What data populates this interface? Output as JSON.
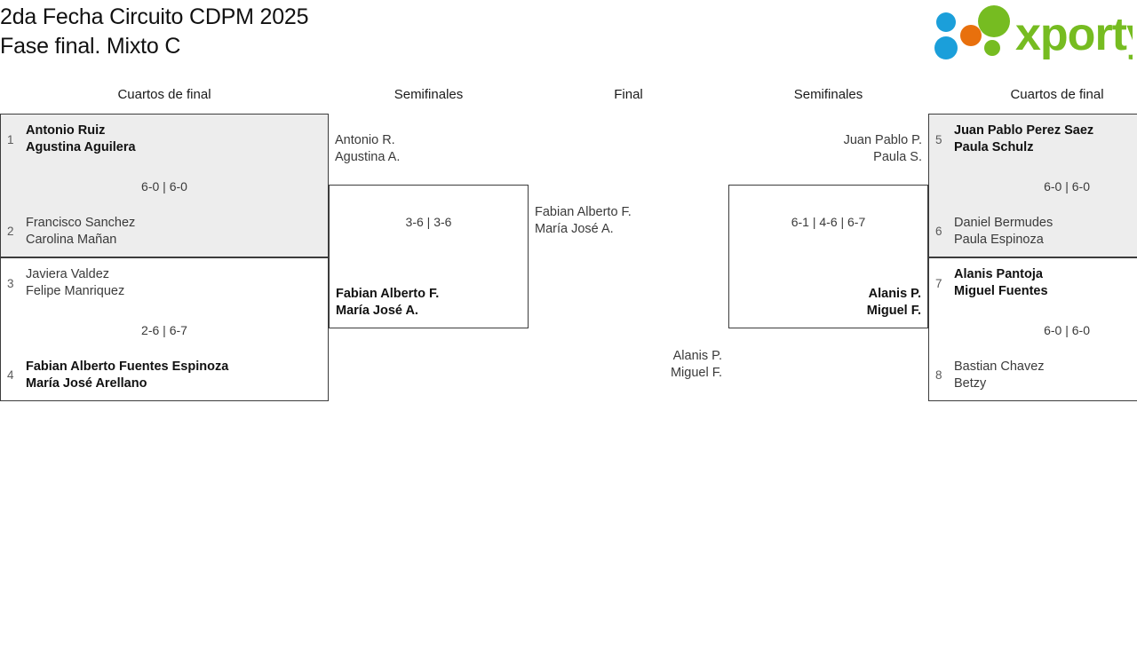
{
  "header": {
    "title_line1": "2da Fecha Circuito CDPM 2025",
    "title_line2": "Fase final. Mixto C",
    "logo": {
      "wordmark": "xporty",
      "dot_colors": [
        "#1b9fda",
        "#e8700d",
        "#76bc21"
      ]
    }
  },
  "columns": [
    {
      "label": "Cuartos de final"
    },
    {
      "label": "Semifinales"
    },
    {
      "label": "Final"
    },
    {
      "label": "Semifinales"
    },
    {
      "label": "Cuartos de final"
    }
  ],
  "left_quarterfinals": [
    {
      "score": "6-0 | 6-0",
      "top": {
        "seed": "1",
        "p1": "Antonio Ruiz",
        "p2": "Agustina Aguilera",
        "winner": true
      },
      "bottom": {
        "seed": "2",
        "p1": "Francisco Sanchez",
        "p2": "Carolina Mañan",
        "winner": false
      }
    },
    {
      "score": "2-6 | 6-7",
      "top": {
        "seed": "3",
        "p1": "Javiera Valdez",
        "p2": "Felipe Manriquez",
        "winner": false
      },
      "bottom": {
        "seed": "4",
        "p1": "Fabian Alberto Fuentes Espinoza",
        "p2": "María José Arellano",
        "winner": true
      }
    }
  ],
  "right_quarterfinals": [
    {
      "score": "6-0 | 6-0",
      "top": {
        "seed": "5",
        "p1": "Juan Pablo Perez Saez",
        "p2": "Paula Schulz",
        "winner": true
      },
      "bottom": {
        "seed": "6",
        "p1": "Daniel Bermudes",
        "p2": "Paula Espinoza",
        "winner": false
      }
    },
    {
      "score": "6-0 | 6-0",
      "top": {
        "seed": "7",
        "p1": "Alanis Pantoja",
        "p2": "Miguel Fuentes",
        "winner": true
      },
      "bottom": {
        "seed": "8",
        "p1": "Bastian Chavez",
        "p2": "Betzy",
        "winner": false
      }
    }
  ],
  "left_semifinal": {
    "score": "3-6 | 3-6",
    "top": {
      "p1": "Antonio R.",
      "p2": "Agustina A.",
      "winner": false
    },
    "bottom": {
      "p1": "Fabian Alberto F.",
      "p2": "María José A.",
      "winner": true
    }
  },
  "right_semifinal": {
    "score": "6-1 | 4-6 | 6-7",
    "top": {
      "p1": "Juan Pablo P.",
      "p2": "Paula S.",
      "winner": false
    },
    "bottom": {
      "p1": "Alanis P.",
      "p2": "Miguel F.",
      "winner": true
    }
  },
  "final": {
    "left_finalist": {
      "p1": "Fabian Alberto F.",
      "p2": "María José A.",
      "winner": false
    },
    "right_finalist": {
      "p1": "Alanis P.",
      "p2": "Miguel F.",
      "winner": false
    }
  }
}
